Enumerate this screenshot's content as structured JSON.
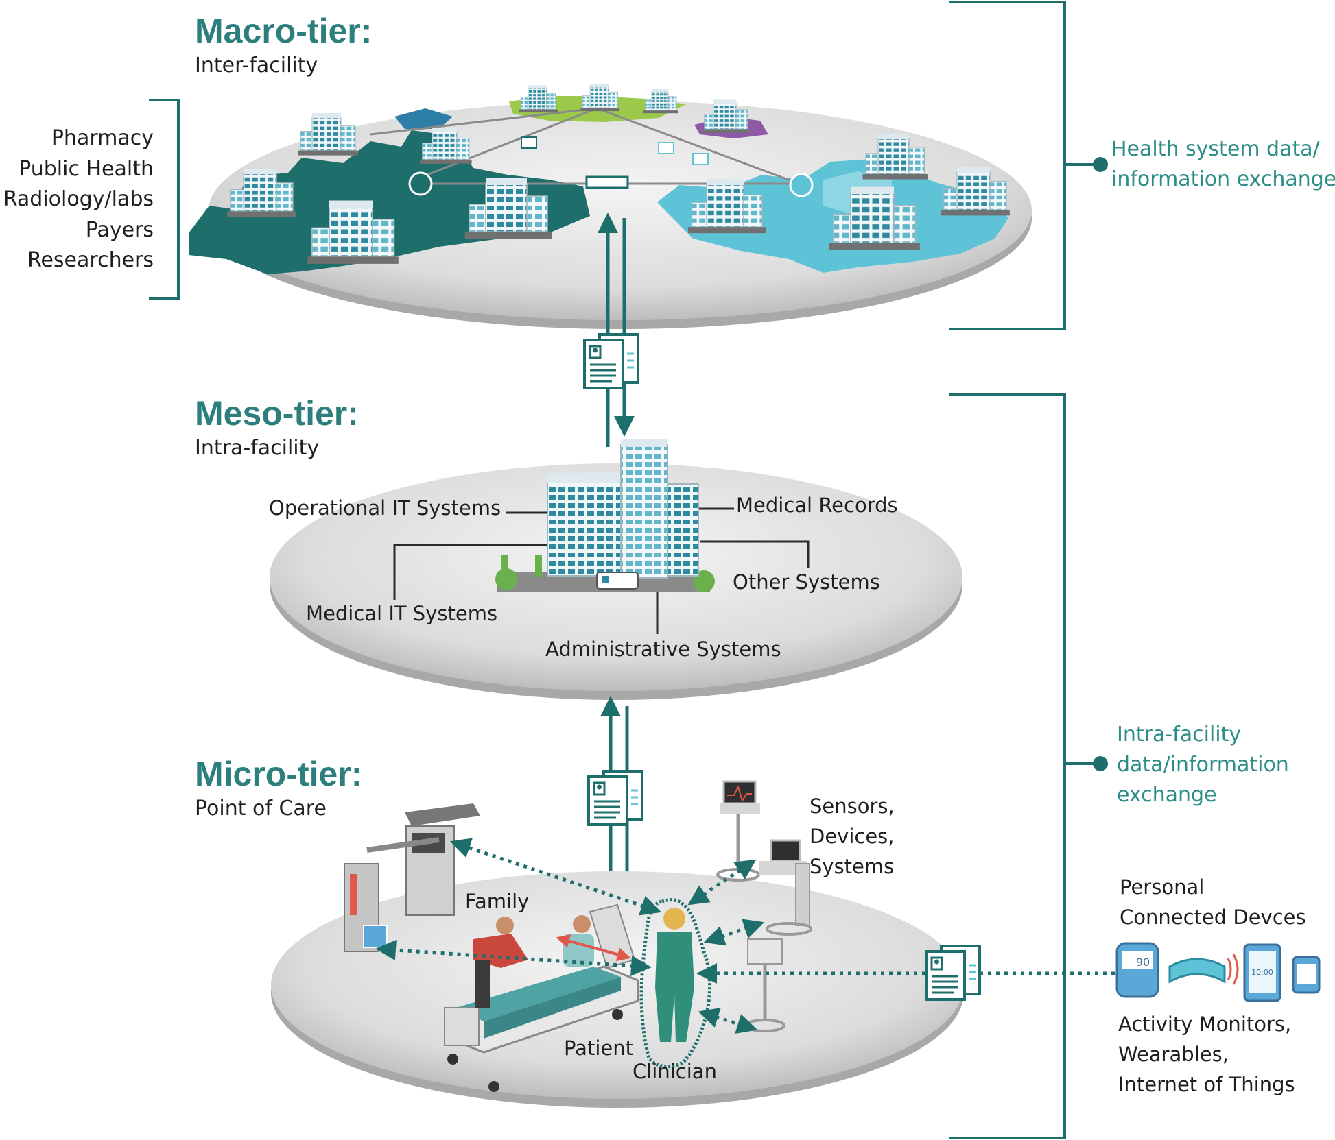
{
  "macro": {
    "title": "Macro-tier:",
    "subtitle": "Inter-facility",
    "stakeholders": [
      "Pharmacy",
      "Public Health",
      "Radiology/labs",
      "Payers",
      "Researchers"
    ],
    "exchange_label": [
      "Health system data/",
      "information exchange"
    ]
  },
  "meso": {
    "title": "Meso-tier:",
    "subtitle": "Intra-facility",
    "labels": {
      "operational": "Operational IT Systems",
      "medical_records": "Medical Records",
      "other": "Other Systems",
      "medical_it": "Medical IT Systems",
      "administrative": "Administrative Systems"
    }
  },
  "micro": {
    "title": "Micro-tier:",
    "subtitle": "Point of Care",
    "sensors": [
      "Sensors,",
      "Devices,",
      "Systems"
    ],
    "family": "Family",
    "patient": "Patient",
    "clinician": "Clinician",
    "personal_devices": [
      "Personal",
      "Connected Devces"
    ],
    "wearables": [
      "Activity Monitors,",
      "Wearables,",
      "Internet of Things"
    ],
    "exchange_label": [
      "Intra-facility",
      "data/information",
      "exchange"
    ],
    "device_readings": [
      "90",
      "10:00"
    ]
  },
  "colors": {
    "teal_dark": "#1e6f6b",
    "teal": "#2c8c86",
    "light_blue": "#5ec3d6",
    "plate": "#d9d9d9",
    "green_cluster": "#9cc94a",
    "purple_cluster": "#8e5aa8"
  }
}
